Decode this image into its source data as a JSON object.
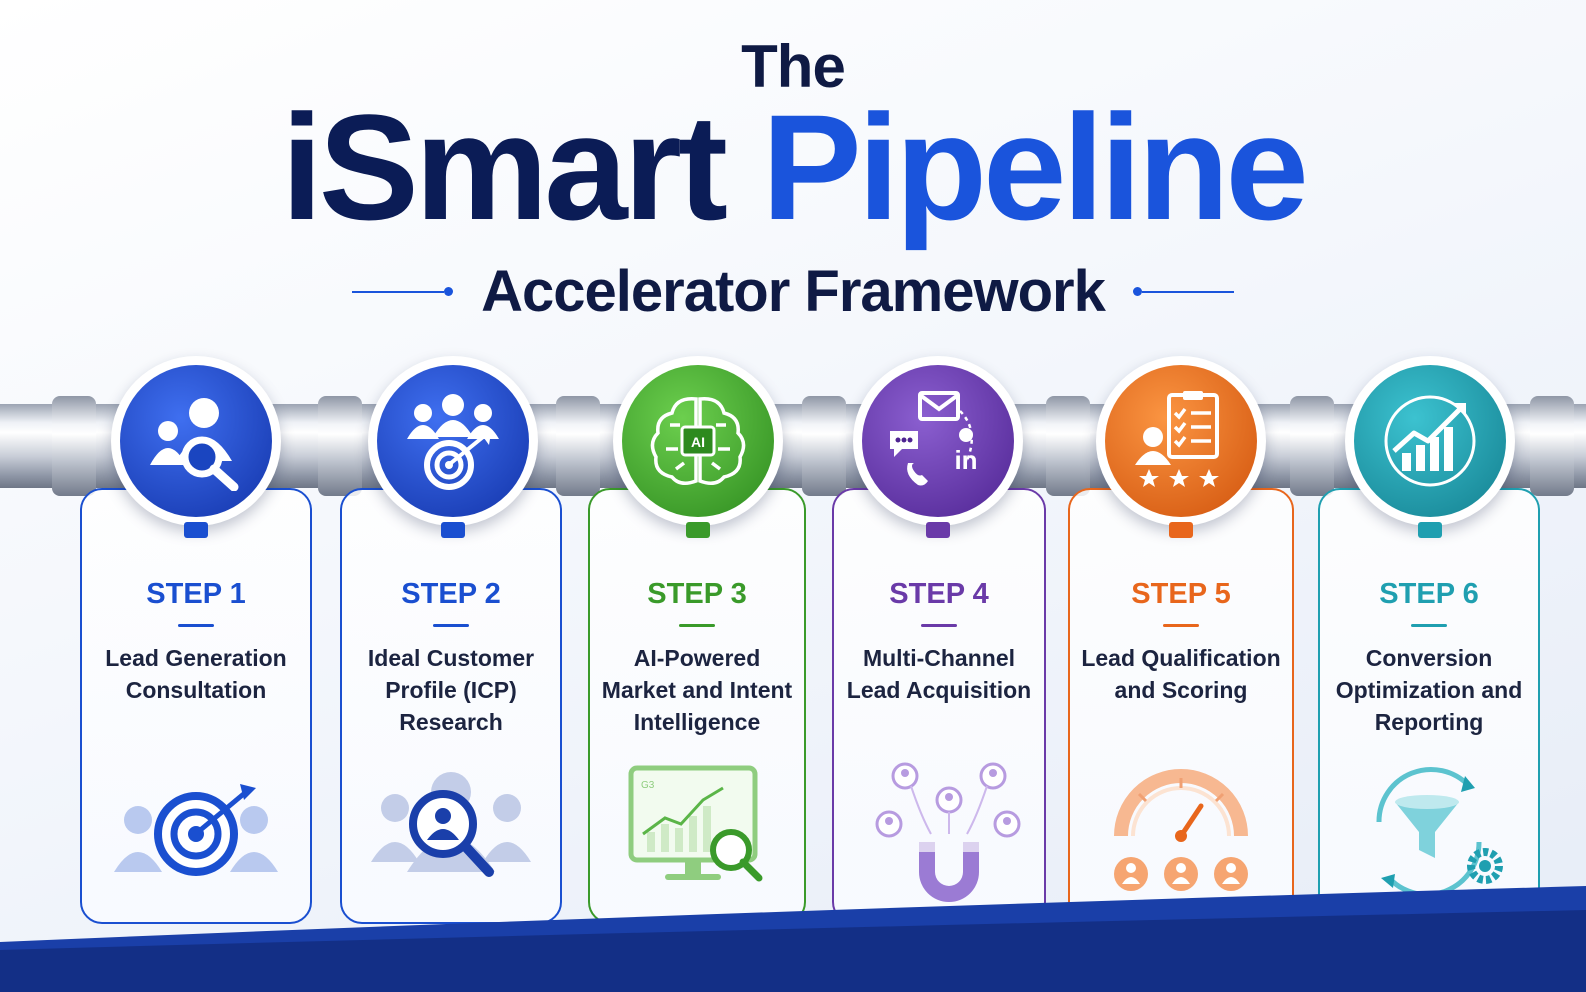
{
  "title": {
    "line1": "The",
    "word1": "iSmart",
    "word2": "Pipeline",
    "subtitle": "Accelerator Framework"
  },
  "steps": [
    {
      "label": "STEP 1",
      "title": "Lead Generation Consultation",
      "color": "#1a4fd0",
      "icon": "users-search-icon",
      "illustration": "target-audience-icon"
    },
    {
      "label": "STEP 2",
      "title": "Ideal Customer Profile (ICP) Research",
      "color": "#1a4fd0",
      "icon": "group-target-icon",
      "illustration": "profile-magnifier-icon"
    },
    {
      "label": "STEP 3",
      "title": "AI-Powered Market and Intent Intelligence",
      "color": "#3a9a2a",
      "icon": "ai-brain-icon",
      "illustration": "analytics-monitor-icon"
    },
    {
      "label": "STEP 4",
      "title": "Multi-Channel Lead Acquisition",
      "color": "#6a3aa8",
      "icon": "multichannel-icon",
      "illustration": "lead-magnet-icon"
    },
    {
      "label": "STEP 5",
      "title": "Lead Qualification and Scoring",
      "color": "#e8661c",
      "icon": "checklist-rating-icon",
      "illustration": "score-gauge-icon"
    },
    {
      "label": "STEP 6",
      "title": "Conversion Optimization and Reporting",
      "color": "#1f9fb0",
      "icon": "growth-chart-icon",
      "illustration": "funnel-gear-icon"
    }
  ],
  "badge_text": "AI",
  "chart_label": "G3"
}
